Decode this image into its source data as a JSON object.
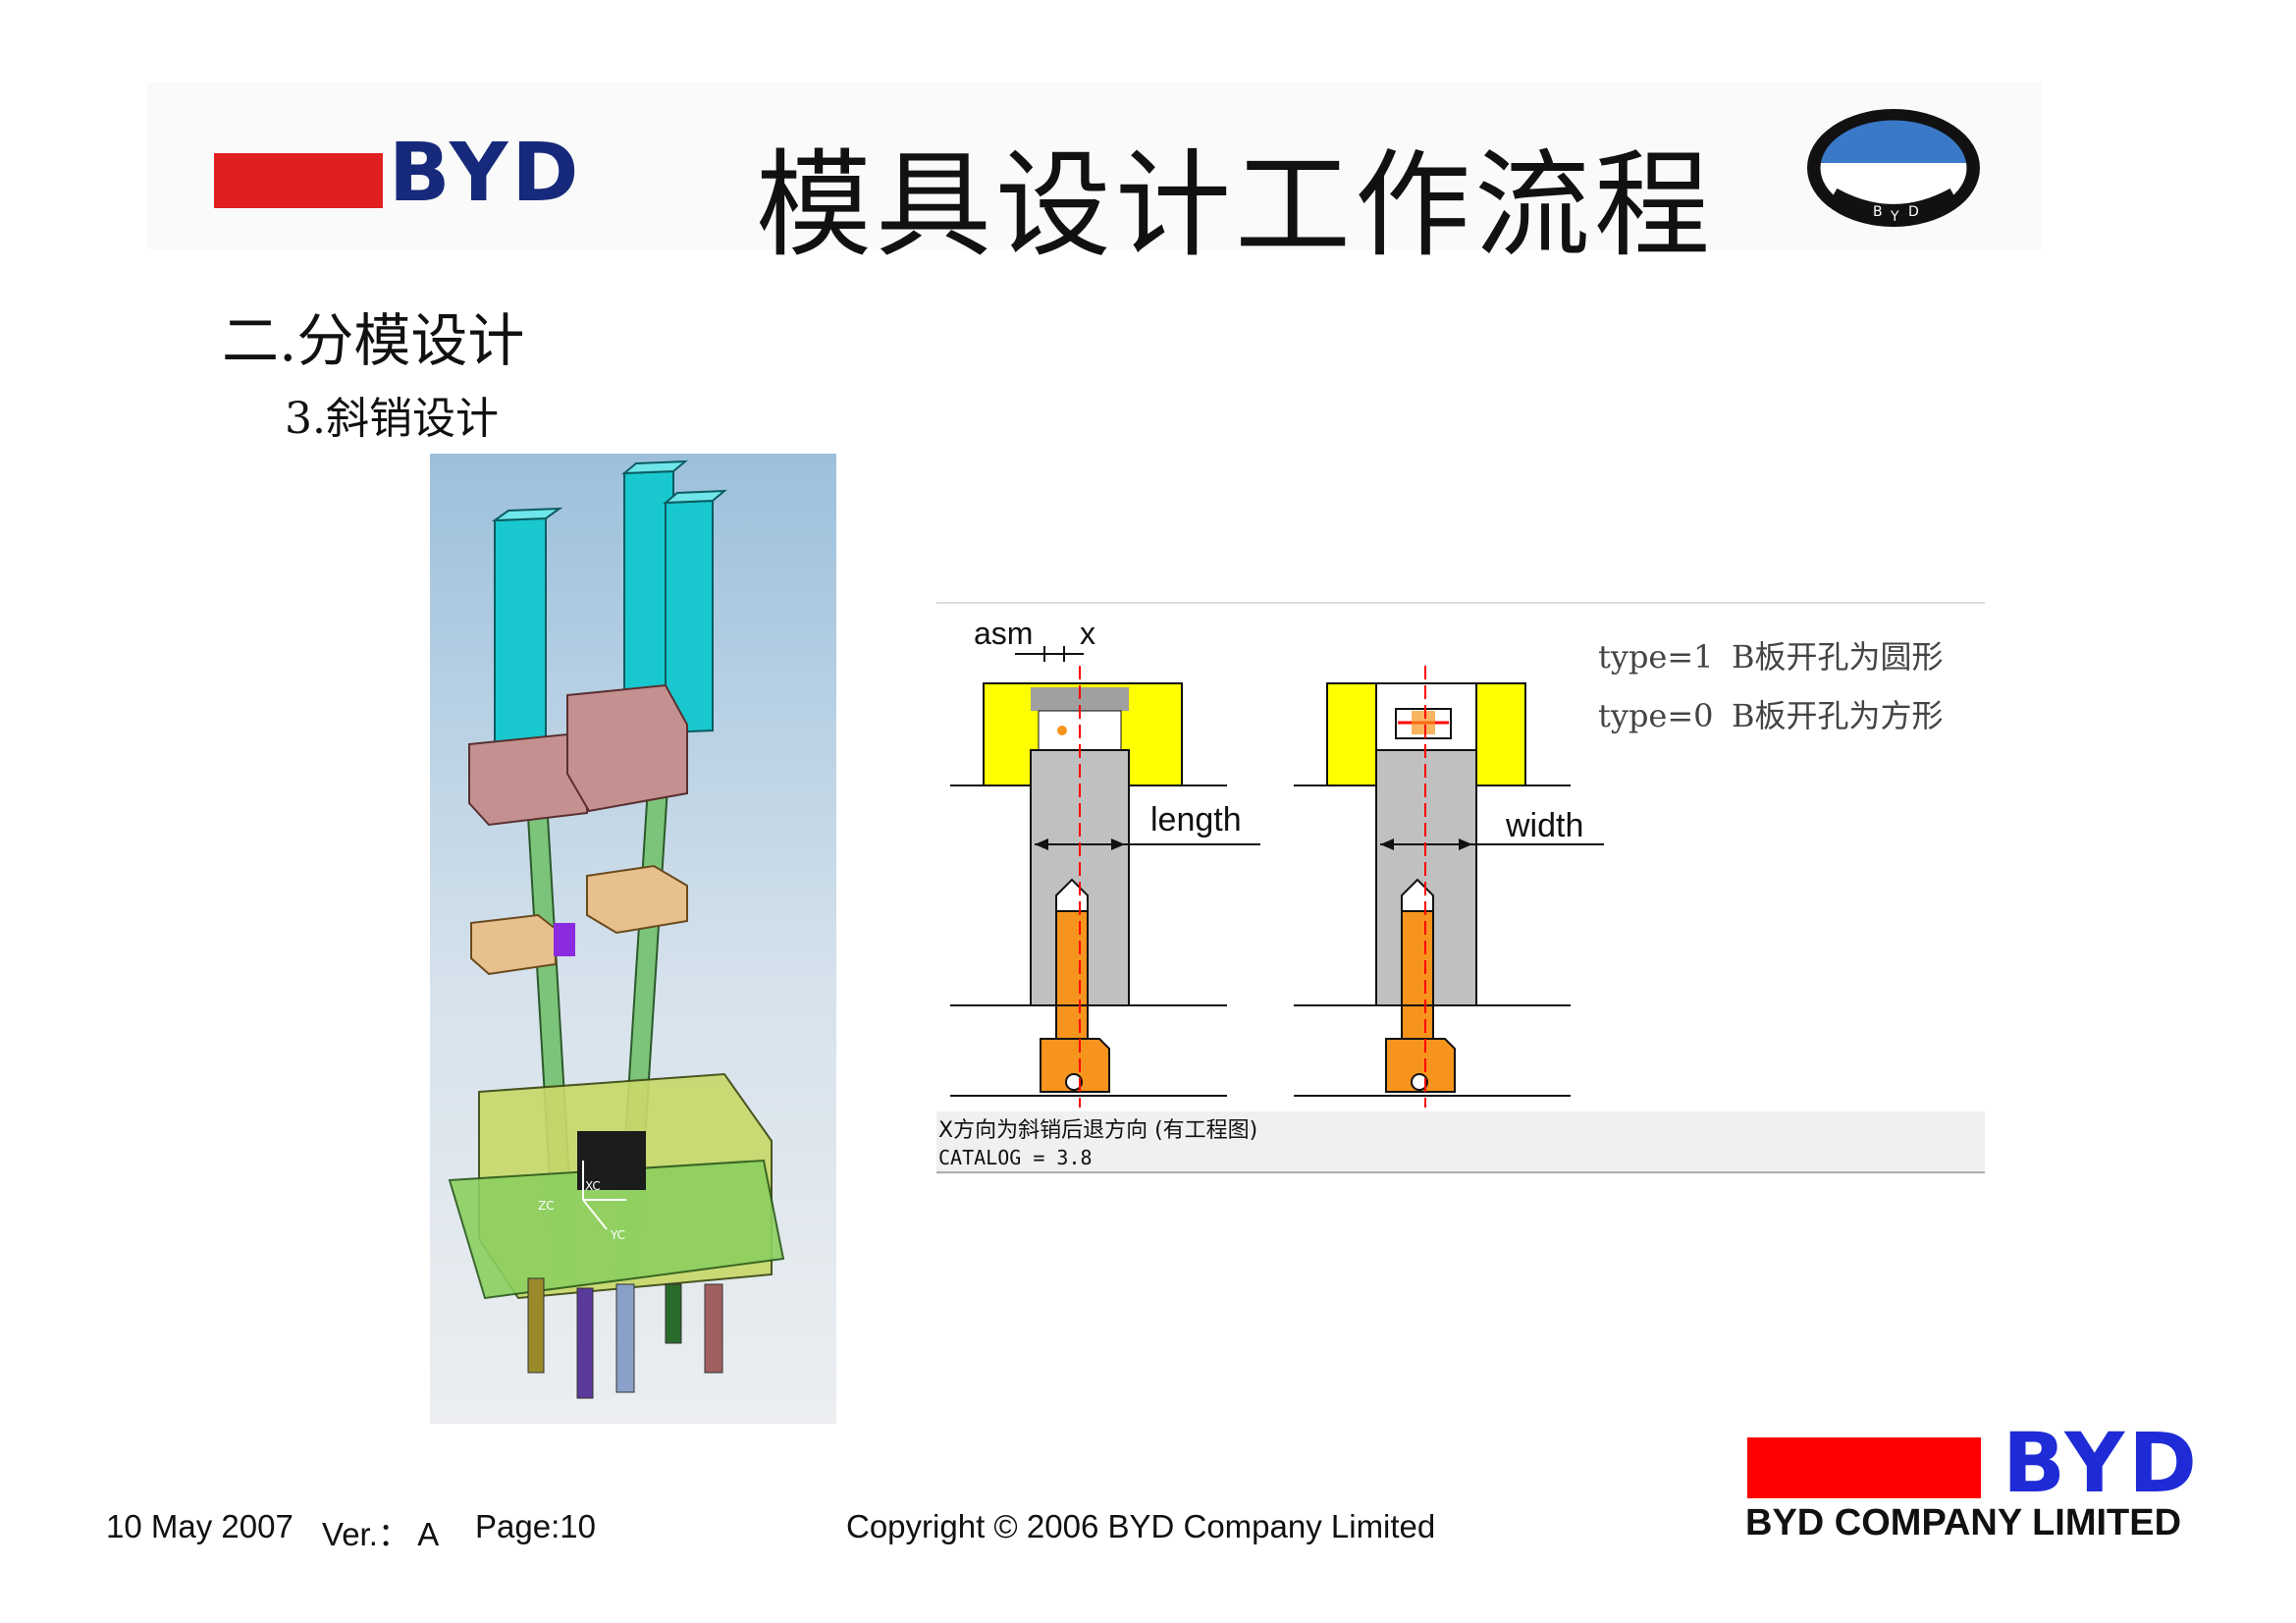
{
  "header": {
    "brand": "BYD",
    "title": "模具设计工作流程",
    "emblem_letters": [
      "B",
      "Y",
      "D"
    ]
  },
  "section": {
    "heading": "二.分模设计",
    "subheading": "3.斜销设计"
  },
  "diagram": {
    "label_asm": "asm",
    "label_x": "x",
    "label_length": "length",
    "label_width": "width",
    "type_rows": [
      {
        "key": "type=1",
        "desc": "B板开孔为圆形"
      },
      {
        "key": "type=0",
        "desc": "B板开孔为方形"
      }
    ],
    "caption_line1": "X方向为斜销后退方向 (有工程图)",
    "caption_line2": "CATALOG = 3.8"
  },
  "model_axis": {
    "xc": "XC",
    "yc": "YC",
    "zc": "ZC"
  },
  "footer": {
    "date": "10 May 2007",
    "version": "Ver.： A",
    "page": "Page:10",
    "copyright": "Copyright © 2006 BYD Company Limited",
    "brand": "BYD",
    "company": "BYD COMPANY LIMITED"
  },
  "colors": {
    "brand_red": "#e02020",
    "brand_blue": "#1f2bd6",
    "plate_yellow": "#ffff00",
    "pin_orange": "#f7941d",
    "body_gray": "#c0c0c0"
  }
}
